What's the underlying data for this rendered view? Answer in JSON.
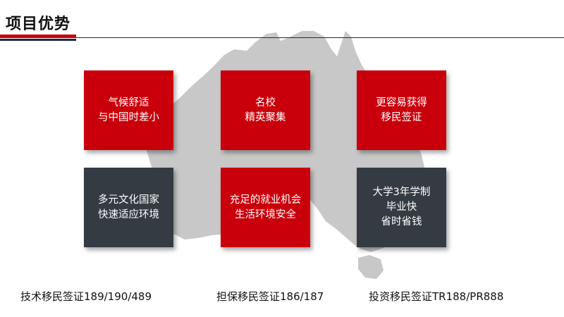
{
  "header": {
    "title": "项目优势"
  },
  "colors": {
    "accent_red": "#c9000b",
    "dark_card": "#343b43",
    "map_gray": "#c8c8c8",
    "rule_dark": "#1f2a44"
  },
  "cards": [
    {
      "lines": [
        "气候舒适",
        "与中国时差小"
      ],
      "style": "red"
    },
    {
      "lines": [
        "名校",
        "精英聚集"
      ],
      "style": "red"
    },
    {
      "lines": [
        "更容易获得",
        "移民签证"
      ],
      "style": "red"
    },
    {
      "lines": [
        "多元文化国家",
        "快速适应环境"
      ],
      "style": "dark"
    },
    {
      "lines": [
        "充足的就业机会",
        "生活环境安全"
      ],
      "style": "red"
    },
    {
      "lines": [
        "大学3年学制",
        "毕业快",
        "省时省钱"
      ],
      "style": "dark"
    }
  ],
  "captions": [
    "技术移民签证189/190/489",
    "担保移民签证186/187",
    "投资移民签证TR188/PR888"
  ]
}
